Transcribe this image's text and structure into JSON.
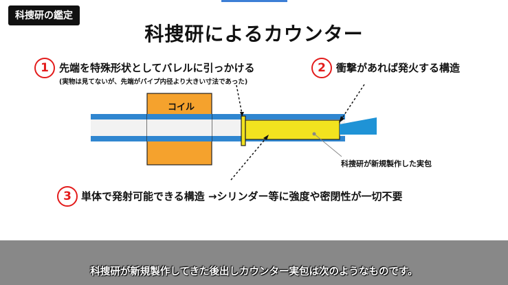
{
  "tag_label": "科捜研の鑑定",
  "title": "科捜研によるカウンター",
  "notes": [
    {
      "num": "1",
      "text": "先端を特殊形状としてバレルに引っかける",
      "sub": "(実物は見てないが、先端がパイプ内径より大きい寸法であった)"
    },
    {
      "num": "2",
      "text": "衝撃があれば発火する構造"
    },
    {
      "num": "3",
      "text": "単体で発射可能できる構造 →シリンダー等に強度や密閉性が一切不要"
    }
  ],
  "coil_label": "コイル",
  "shell_label": "科捜研が新規製作した実包",
  "caption": "科捜研が新規製作してきた後出しカウンター実包は次のようなものです。",
  "colors": {
    "pipe_blue": "#2f86d0",
    "pipe_inner": "#f2f2f2",
    "coil": "#f5a22d",
    "shell": "#f2e21f",
    "tip": "#1f93d6",
    "number_red": "#e31b1b"
  }
}
